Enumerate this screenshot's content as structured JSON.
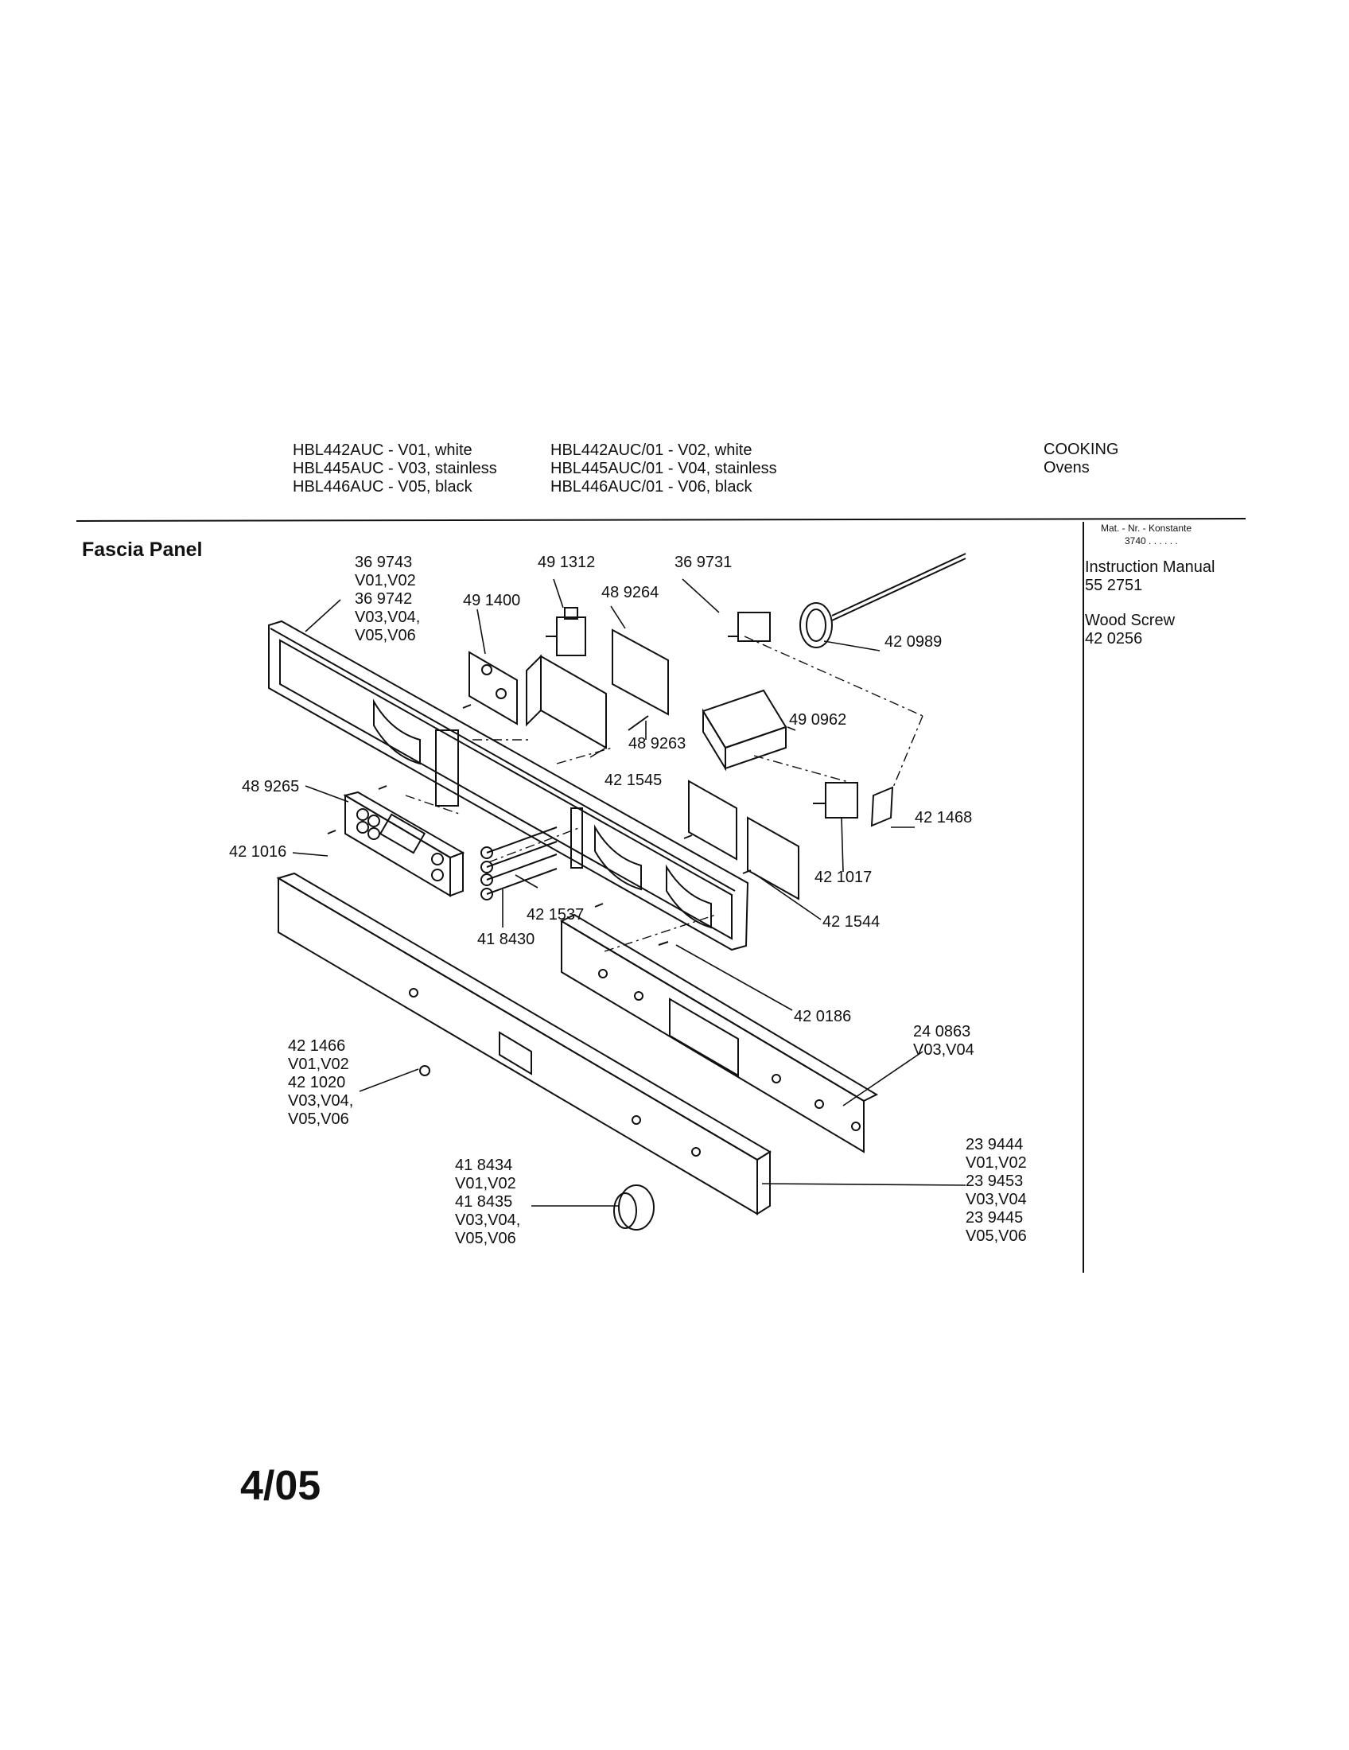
{
  "header": {
    "models_col1": [
      "HBL442AUC - V01, white",
      "HBL445AUC - V03, stainless",
      "HBL446AUC - V05, black"
    ],
    "models_col2": [
      "HBL442AUC/01 - V02, white",
      "HBL445AUC/01 - V04, stainless",
      "HBL446AUC/01 - V06, black"
    ],
    "category": [
      "COOKING",
      "Ovens"
    ]
  },
  "section_title": "Fascia Panel",
  "sidebar": {
    "mat_nr": "Mat. - Nr. - Konstante",
    "mat_value": "3740 . .   . . . .",
    "items": [
      {
        "name": "Instruction Manual",
        "number": "55 2751"
      },
      {
        "name": "Wood Screw",
        "number": "42 0256"
      }
    ]
  },
  "labels": {
    "p369743": [
      "36 9743",
      "V01,V02",
      "36 9742",
      "V03,V04,",
      "V05,V06"
    ],
    "p491312": "49 1312",
    "p369731": "36 9731",
    "p491400": "49 1400",
    "p489264": "48 9264",
    "p420989": "42 0989",
    "p490962": "49 0962",
    "p489263": "48 9263",
    "p421545": "42 1545",
    "p489265": "48 9265",
    "p421468": "42 1468",
    "p421016": "42 1016",
    "p421017": "42 1017",
    "p421544": "42 1544",
    "p421537": "42 1537",
    "p418430": "41 8430",
    "p420186": "42 0186",
    "p240863": [
      "24 0863",
      "V03,V04"
    ],
    "p421466": [
      "42 1466",
      "V01,V02",
      "42 1020",
      "V03,V04,",
      "V05,V06"
    ],
    "p418434": [
      "41 8434",
      "V01,V02",
      "41 8435",
      "V03,V04,",
      "V05,V06"
    ],
    "p239444": [
      "23 9444",
      "V01,V02",
      "23 9453",
      "V03,V04",
      "23 9445",
      "V05,V06"
    ]
  },
  "page_number": "4/05"
}
